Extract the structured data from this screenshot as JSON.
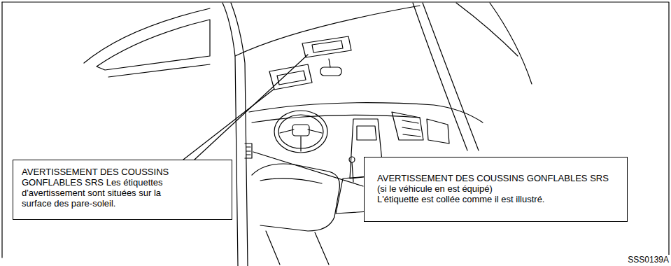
{
  "diagram": {
    "nodes": [
      {
        "text": [
          "AVERTISSEMENT DES COUSSINS GONFLABLES SRS Les étiquettes d'avertissement sont situées sur la surface des pare-soleil."
        ]
      },
      {
        "text": [
          "AVERTISSEMENT DES COUSSINS GONFLABLES SRS (si le véhicule en est équipé)",
          "L'étiquette est collée comme il est illustré."
        ]
      }
    ],
    "edges": [],
    "labels": [
      "SSS0139A"
    ]
  }
}
